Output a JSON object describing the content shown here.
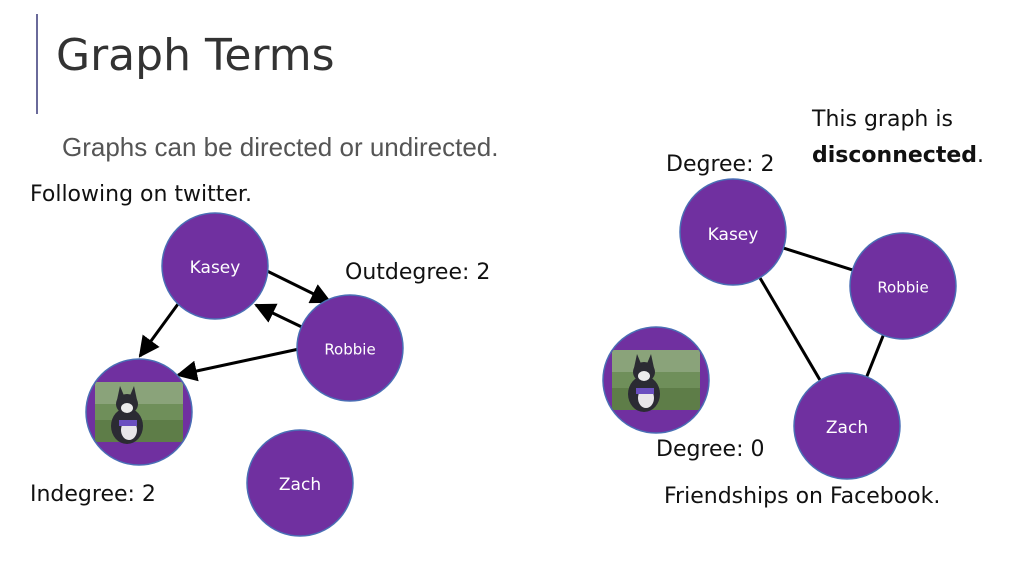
{
  "slide": {
    "title": "Graph Terms",
    "subtitle": "Graphs can be directed or undirected.",
    "left_caption": "Following on twitter.",
    "right_caption": "Friendships on Facebook.",
    "outdegree_label": "Outdegree: 2",
    "indegree_label": "Indegree: 2",
    "degree2_label": "Degree: 2",
    "degree0_label": "Degree: 0",
    "disconnected_prefix": "This graph is",
    "disconnected_word": "disconnected",
    "disconnected_period": "."
  },
  "colors": {
    "node_fill": "#7030a0",
    "node_stroke": "#4a6fb5",
    "edge": "#000000",
    "accent_bar": "#6a6a9a"
  },
  "directed_graph": {
    "nodes": [
      {
        "id": "kasey",
        "label": "Kasey"
      },
      {
        "id": "robbie",
        "label": "Robbie"
      },
      {
        "id": "dog",
        "label": "",
        "icon": "husky-puppy-photo"
      },
      {
        "id": "zach",
        "label": "Zach"
      }
    ],
    "edges": [
      {
        "from": "kasey",
        "to": "robbie"
      },
      {
        "from": "robbie",
        "to": "kasey"
      },
      {
        "from": "kasey",
        "to": "dog"
      },
      {
        "from": "robbie",
        "to": "dog"
      }
    ]
  },
  "undirected_graph": {
    "nodes": [
      {
        "id": "kasey",
        "label": "Kasey"
      },
      {
        "id": "robbie",
        "label": "Robbie"
      },
      {
        "id": "zach",
        "label": "Zach"
      },
      {
        "id": "dog",
        "label": "",
        "icon": "husky-puppy-photo"
      }
    ],
    "edges": [
      {
        "from": "kasey",
        "to": "robbie"
      },
      {
        "from": "kasey",
        "to": "zach"
      },
      {
        "from": "robbie",
        "to": "zach"
      }
    ]
  }
}
